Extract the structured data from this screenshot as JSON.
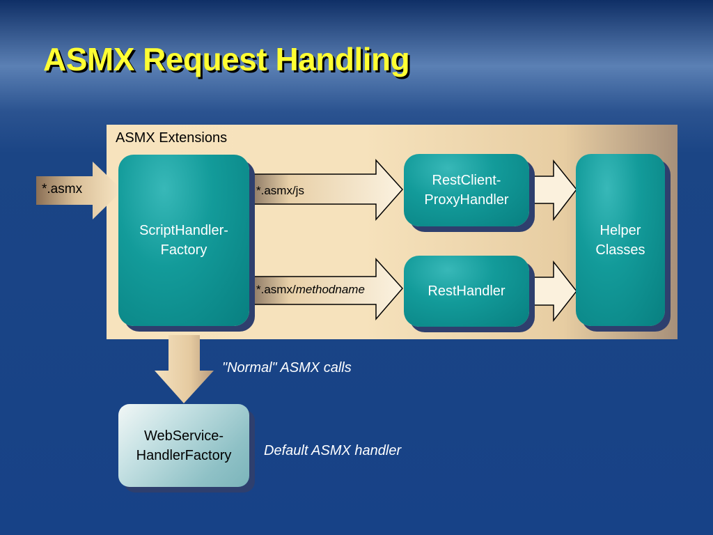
{
  "slide": {
    "title": "ASMX Request Handling",
    "panel_label": "ASMX Extensions",
    "entry_label": "*.asmx",
    "script_factory": [
      "ScriptHandler-",
      "Factory"
    ],
    "route_js_label": "*.asmx/js",
    "route_method_prefix": "*.asmx/",
    "route_method_italic": "methodname",
    "rest_client_proxy": [
      "RestClient-",
      "ProxyHandler"
    ],
    "rest_handler": "RestHandler",
    "helper_classes": [
      "Helper",
      "Classes"
    ],
    "normal_calls_note": "\"Normal\" ASMX calls",
    "webservice_factory": [
      "WebService-",
      "HandlerFactory"
    ],
    "default_handler_note": "Default ASMX handler"
  },
  "colors": {
    "title": "#ffff33",
    "panel": "#f7e3bd",
    "teal_box": "#139b9a",
    "light_box": "#c9e3e5",
    "box_shadow": "#2e3f6e"
  }
}
